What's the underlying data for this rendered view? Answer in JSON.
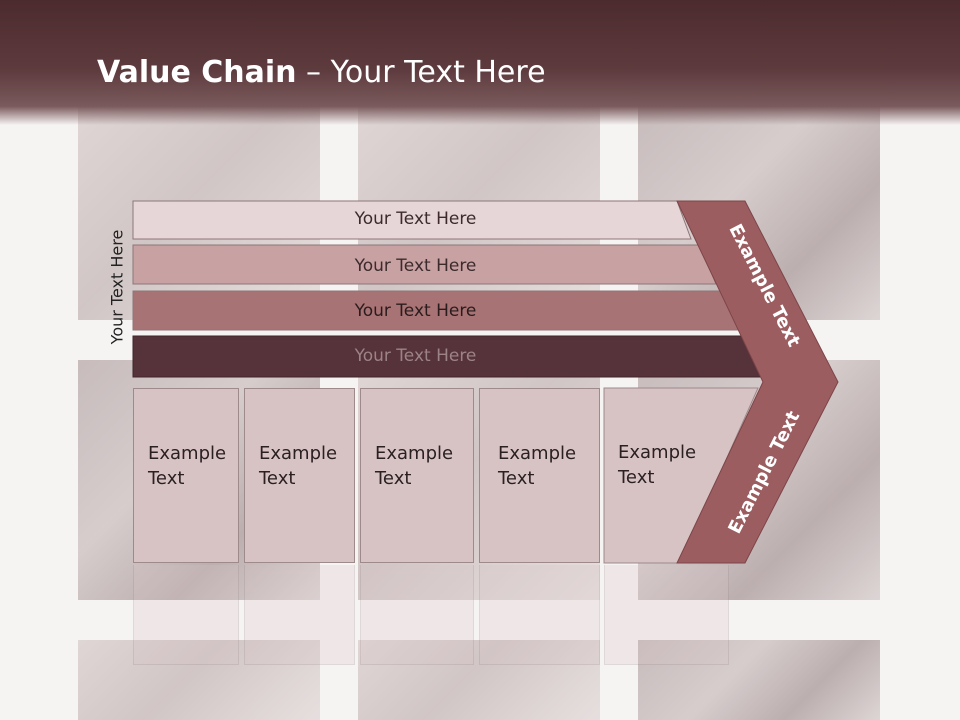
{
  "title": {
    "bold": "Value Chain",
    "rest": " – Your Text Here"
  },
  "side_label": "Your Text Here",
  "bars": [
    {
      "label": "Your Text Here",
      "color": "#e6d6d7",
      "text_color": "#3c2a2c"
    },
    {
      "label": "Your Text Here",
      "color": "#c8a1a3",
      "text_color": "#3c2a2c"
    },
    {
      "label": "Your Text Here",
      "color": "#a87374",
      "text_color": "#2a1c1d"
    },
    {
      "label": "Your Text Here",
      "color": "#56323a",
      "text_color": "#9c8486"
    }
  ],
  "boxes": [
    {
      "line1": "Example",
      "line2": "Text"
    },
    {
      "line1": "Example",
      "line2": "Text"
    },
    {
      "line1": "Example",
      "line2": "Text"
    },
    {
      "line1": "Example",
      "line2": "Text"
    },
    {
      "line1": "Example",
      "line2": "Text"
    }
  ],
  "chevron": {
    "upper_text": "Example Text",
    "lower_text": "Example Text",
    "color": "#9b5d60"
  },
  "colors": {
    "banner": "#4c2b2e",
    "box_fill": "#d7c3c4"
  }
}
